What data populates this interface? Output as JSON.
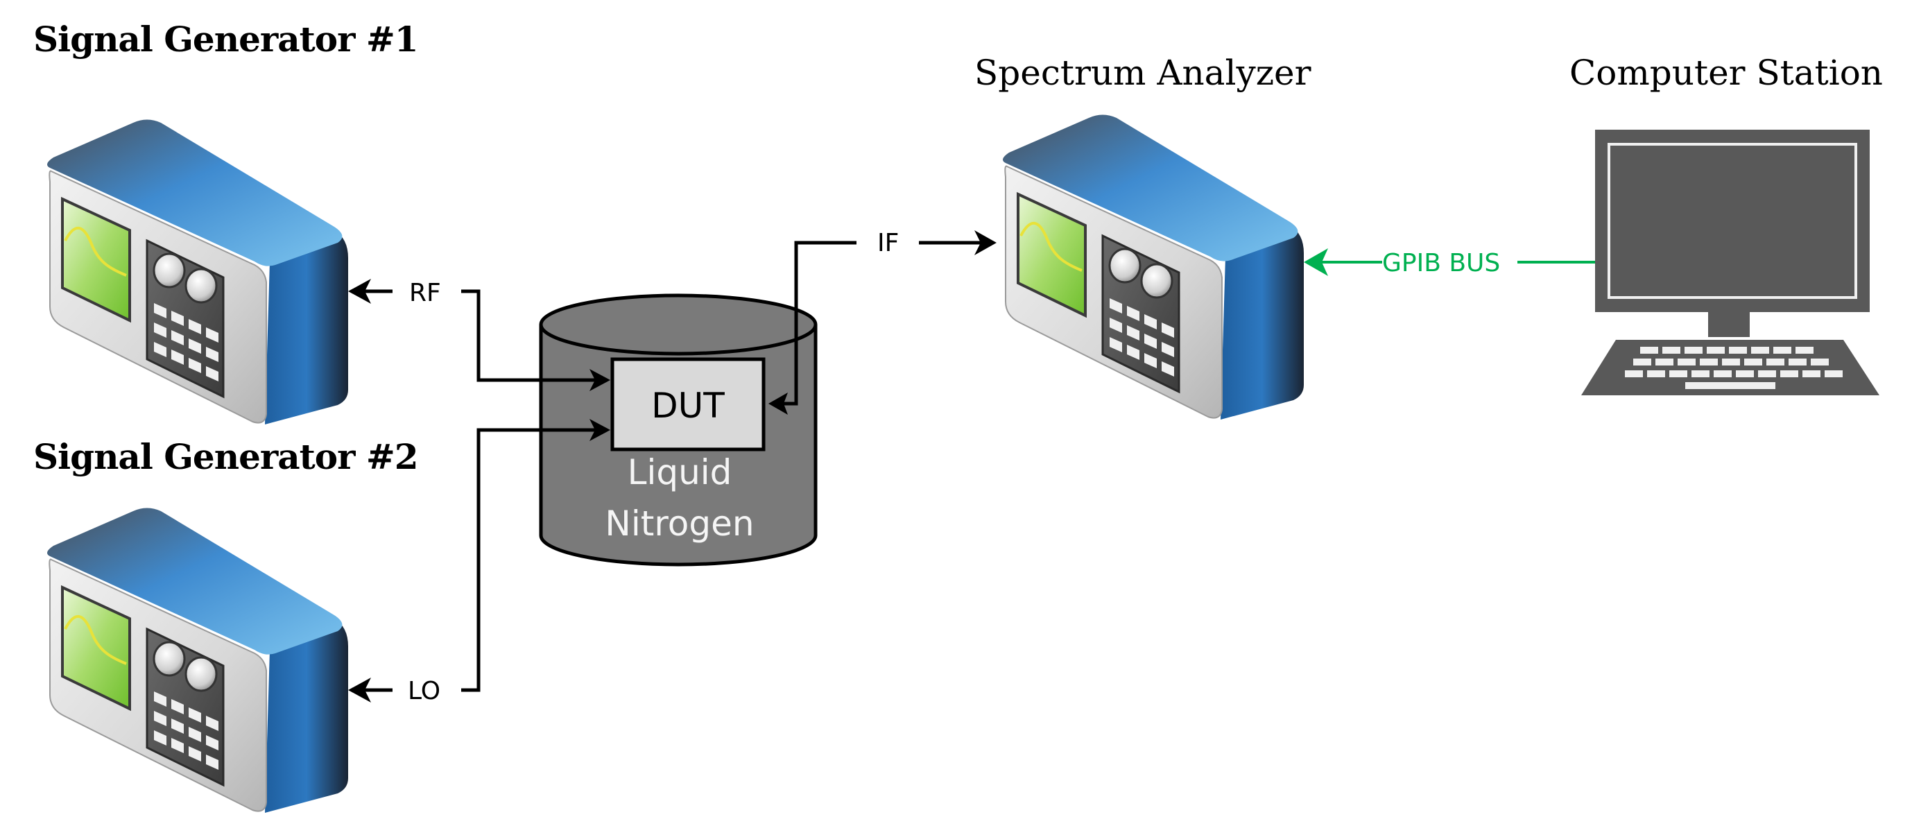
{
  "diagram": {
    "titles": {
      "signal_generator_1": "Signal Generator #1",
      "signal_generator_2": "Signal Generator #2",
      "spectrum_analyzer": "Spectrum Analyzer",
      "computer_station": "Computer Station"
    },
    "signals": {
      "rf": "RF",
      "lo": "LO",
      "if": "IF"
    },
    "dut": "DUT",
    "cryostat": {
      "line1": "Liquid",
      "line2": "Nitrogen"
    },
    "bus": "GPIB BUS"
  },
  "colors": {
    "device_blue": "#2f79c2",
    "device_blue_light": "#6cb7e4",
    "screen_green": "#8fd14f",
    "trace_yellow": "#e8e23a",
    "cylinder_gray": "#7a7a7a",
    "dut_box": "#d9d9d9",
    "bus_green": "#00b050",
    "monitor_gray": "#595959"
  },
  "icons": [
    "signal-generator-icon",
    "spectrum-analyzer-icon",
    "computer-monitor-icon",
    "cryostat-cylinder-icon"
  ]
}
